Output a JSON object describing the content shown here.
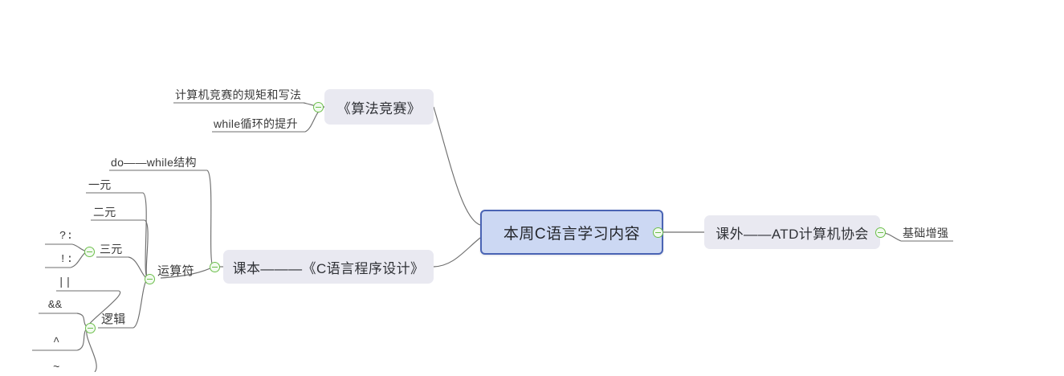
{
  "document": {
    "type": "mind-map",
    "title": "本周C语言学习内容",
    "background_color": "#ffffff"
  },
  "colors": {
    "root_border": "#4a64b4",
    "root_fill": "#ccd8f3",
    "branch_fill": "#e9e9f1",
    "edge_stroke": "#6e6e6e",
    "text": "#3a3a3a",
    "toggle_green": "#6cbf4b"
  },
  "root": {
    "label": "本周C语言学习内容"
  },
  "nodes": {
    "algorithm_contest": "《算法竞赛》",
    "contest_rules": "计算机竞赛的规矩和写法",
    "while_improve": "while循环的提升",
    "textbook": "课本———《C语言程序设计》",
    "do_while": "do——while结构",
    "operator": "运算符",
    "unary": "一元",
    "binary": "二元",
    "ternary": "三元",
    "ternary_op1": "?:",
    "ternary_op2": "!:",
    "logic": "逻辑",
    "logic_op1": "||",
    "logic_op2": "&&",
    "logic_op3": "^",
    "logic_op4": "~",
    "extracurricular": "课外——ATD计算机协会",
    "foundation": "基础增强"
  },
  "toggles": {
    "root_right_label": "collapse-toggle-root-right",
    "algorithm_contest_label": "collapse-toggle-algorithm-contest",
    "textbook_label": "collapse-toggle-textbook",
    "operator_label": "collapse-toggle-operator",
    "ternary_label": "collapse-toggle-ternary",
    "logic_label": "collapse-toggle-logic",
    "extracurricular_label": "collapse-toggle-extracurricular"
  }
}
